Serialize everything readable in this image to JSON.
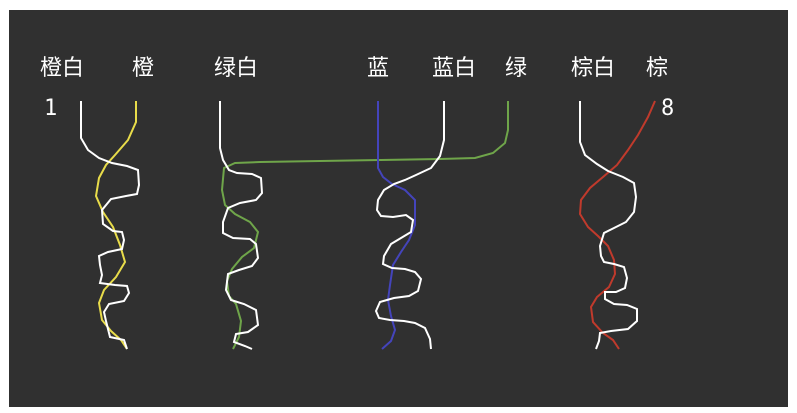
{
  "labels": {
    "orange_white": "橙白",
    "orange": "橙",
    "green_white": "绿白",
    "blue": "蓝",
    "blue_white": "蓝白",
    "green": "绿",
    "brown_white": "棕白",
    "brown": "棕"
  },
  "pin_numbers": {
    "first": "1",
    "last": "8"
  },
  "colors": {
    "panel_background": "#303030",
    "white_wire": "#ffffff",
    "orange_wire": "#e8dc4a",
    "green_wire": "#6fa54a",
    "blue_wire": "#4444bb",
    "brown_wire": "#c03a2c"
  },
  "wires": [
    {
      "id": "orange-white",
      "color": "white"
    },
    {
      "id": "orange",
      "color": "orange"
    },
    {
      "id": "green-white",
      "color": "white"
    },
    {
      "id": "green",
      "color": "green"
    },
    {
      "id": "blue",
      "color": "blue"
    },
    {
      "id": "blue-white",
      "color": "white"
    },
    {
      "id": "brown-white",
      "color": "white"
    },
    {
      "id": "brown",
      "color": "brown"
    }
  ]
}
